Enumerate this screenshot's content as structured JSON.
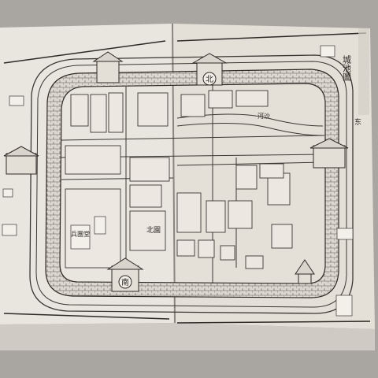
{
  "map": {
    "title": "城池圖",
    "north_gate": "北",
    "south_gate": "南",
    "compass": "东",
    "places": {
      "bingtuan_tang": "兵團堂",
      "bei_yuan": "北園",
      "river": "河沙"
    }
  },
  "colors": {
    "paper": "#e8e4dc",
    "paper_shadow": "#d6d1c7",
    "ink": "#3a3632",
    "wall_fill": "#d9d5cd",
    "background": "#a9a6a1"
  }
}
